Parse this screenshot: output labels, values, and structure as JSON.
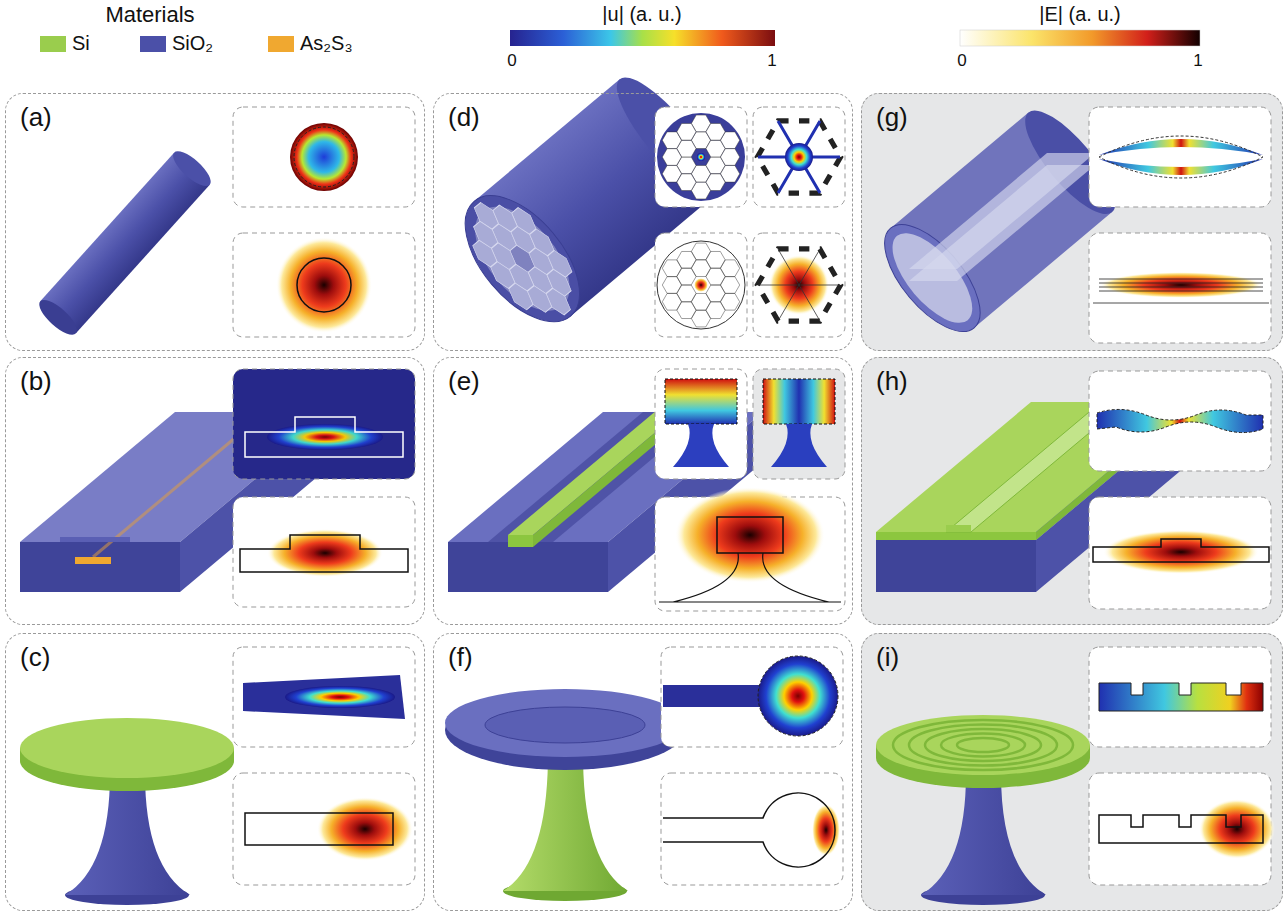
{
  "diagram": {
    "nodes": [
      {
        "text": [
          "(a)"
        ]
      },
      {
        "text": [
          "(b)"
        ]
      },
      {
        "text": [
          "(c)"
        ]
      },
      {
        "text": [
          "(d)"
        ]
      },
      {
        "text": [
          "(e)"
        ]
      },
      {
        "text": [
          "(f)"
        ]
      },
      {
        "text": [
          "(g)"
        ]
      },
      {
        "text": [
          "(h)"
        ]
      },
      {
        "text": [
          "(i)"
        ]
      }
    ],
    "labels": [
      "Materials",
      "|u| (a. u.)",
      "0",
      "1",
      "|E| (a. u.)",
      "0",
      "1"
    ],
    "legend": [
      {
        "text": "Si",
        "color": "#9acd4d"
      },
      {
        "text": "SiO₂",
        "color": "#4b50a8"
      },
      {
        "text": "As₂S₃",
        "color": "#f0a830"
      }
    ]
  }
}
